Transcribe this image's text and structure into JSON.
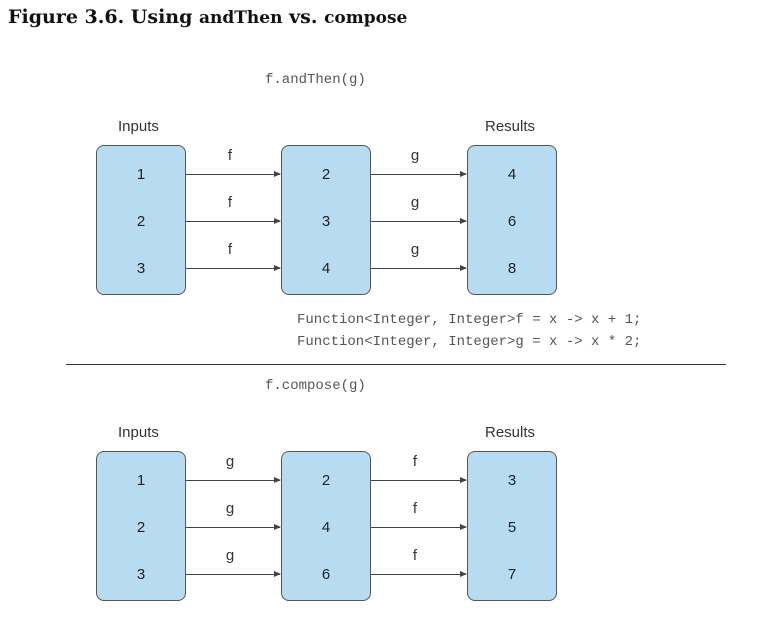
{
  "title": {
    "prefix": "Figure 3.6. Using ",
    "m1": "andThen",
    "mid": " vs. ",
    "m2": "compose"
  },
  "top": {
    "code": "f.andThen(g)",
    "inputs_label": "Inputs",
    "results_label": "Results",
    "inputs": [
      "1",
      "2",
      "3"
    ],
    "middle": [
      "2",
      "3",
      "4"
    ],
    "results": [
      "4",
      "6",
      "8"
    ],
    "first_fn": "f",
    "second_fn": "g"
  },
  "definitions": {
    "line1": "Function<Integer, Integer>f = x -> x + 1;",
    "line2": "Function<Integer, Integer>g = x -> x * 2;"
  },
  "bottom": {
    "code": "f.compose(g)",
    "inputs_label": "Inputs",
    "results_label": "Results",
    "inputs": [
      "1",
      "2",
      "3"
    ],
    "middle": [
      "2",
      "4",
      "6"
    ],
    "results": [
      "3",
      "5",
      "7"
    ],
    "first_fn": "g",
    "second_fn": "f"
  }
}
